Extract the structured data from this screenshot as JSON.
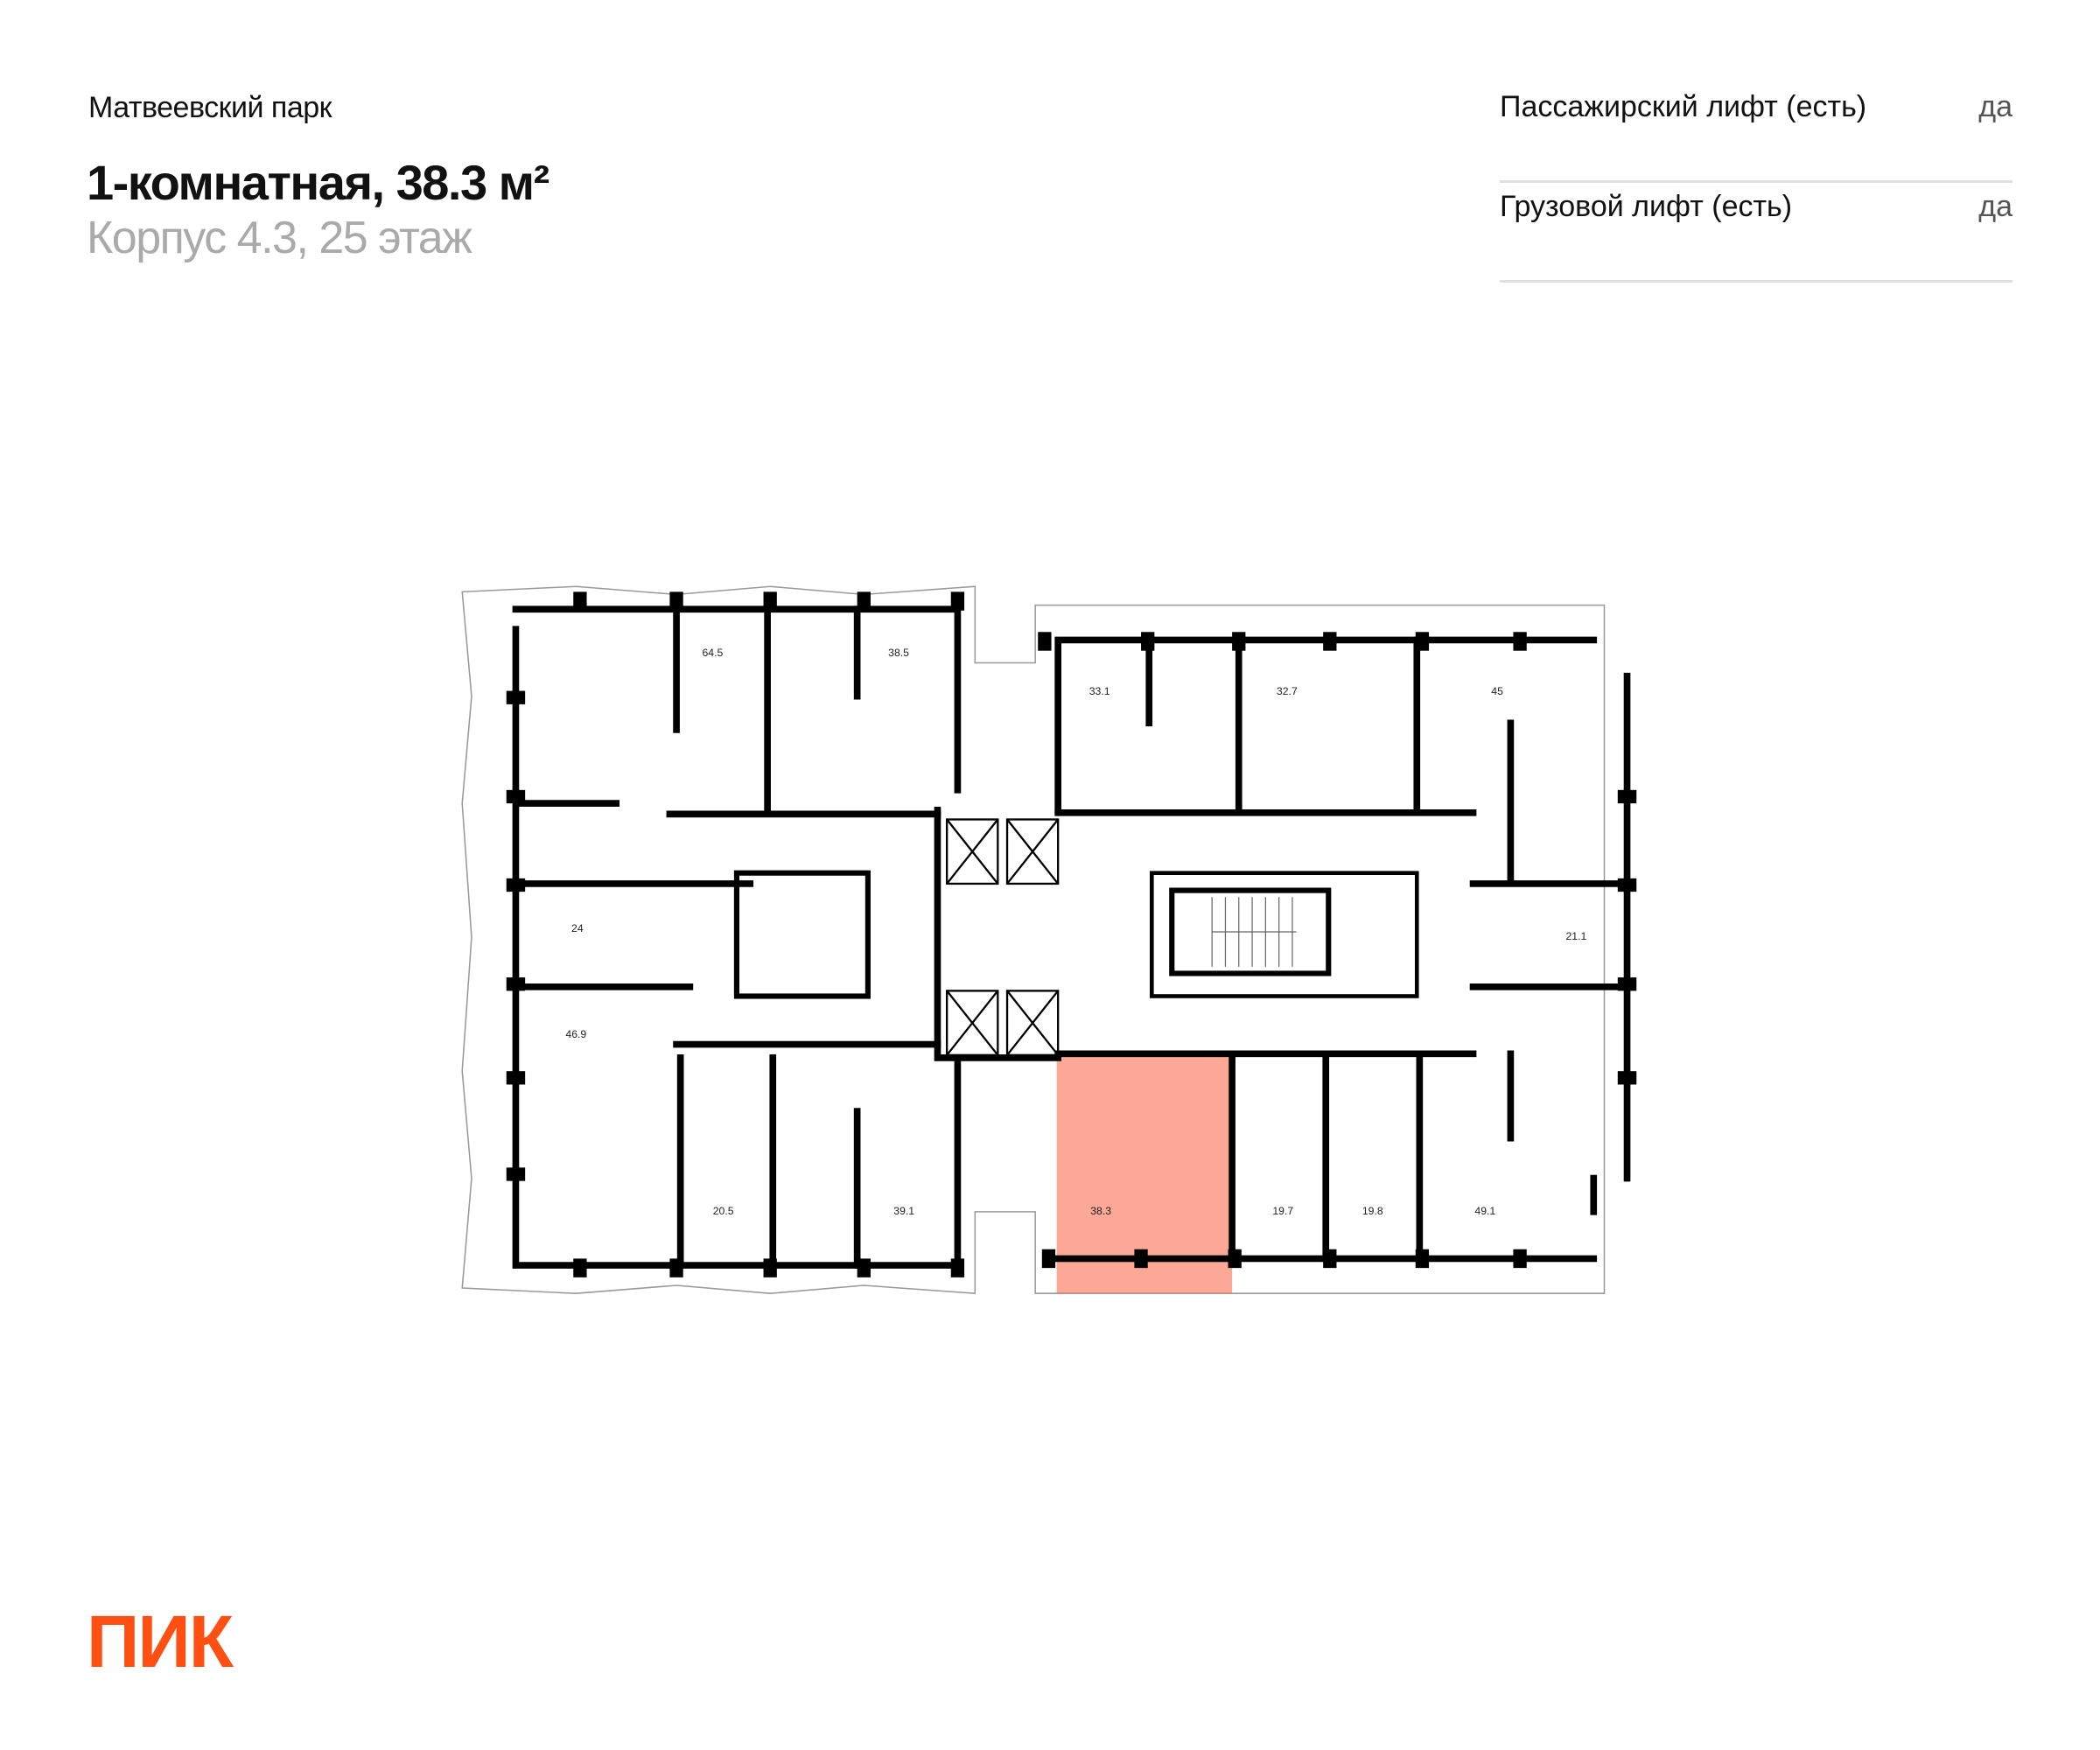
{
  "header": {
    "project": "Матвеевский парк",
    "title": "1-комнатная, 38.3 м²",
    "subtitle": "Корпус 4.3, 25 этаж"
  },
  "properties": [
    {
      "label": "Пассажирский лифт (есть)",
      "value": "да"
    },
    {
      "label": "Грузовой лифт (есть)",
      "value": "да"
    }
  ],
  "floorplan": {
    "highlight_color": "#fa6e50",
    "selected_apartment": "38.3",
    "apartments": [
      "64.5",
      "38.5",
      "33.1",
      "32.7",
      "45",
      "24",
      "21.1",
      "46.9",
      "20.5",
      "39.1",
      "38.3",
      "19.7",
      "19.8",
      "49.1"
    ]
  },
  "brand": {
    "logo": "ПИК",
    "color": "#ff4f12"
  }
}
